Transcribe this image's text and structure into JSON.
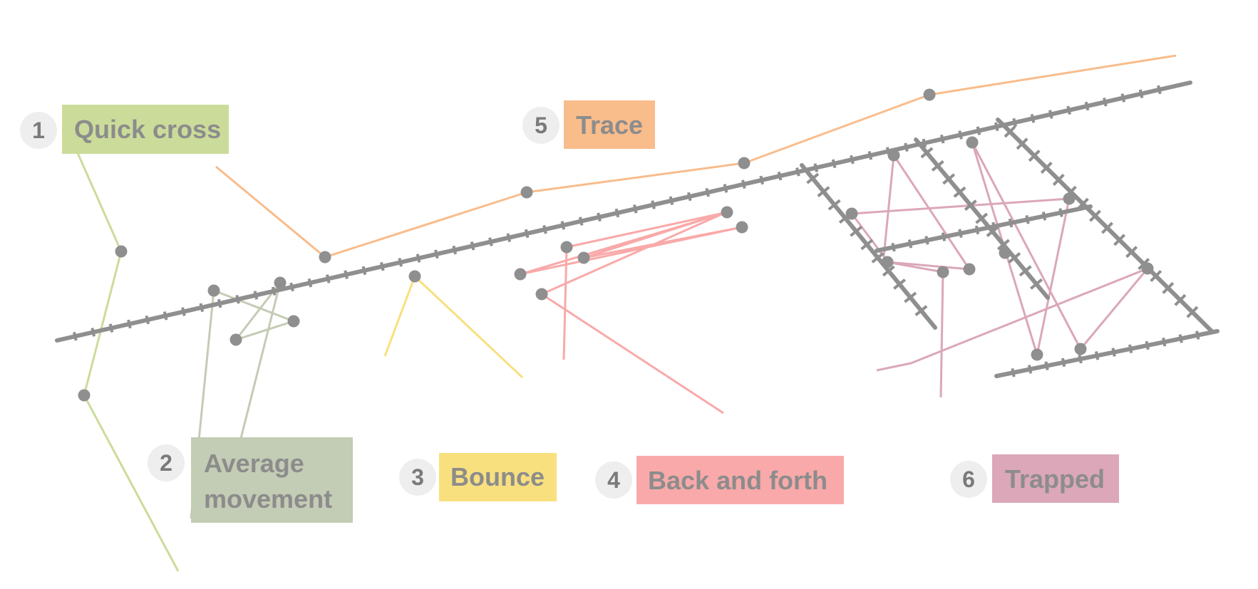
{
  "colors": {
    "rail": "#8f8f8f",
    "node": "#8f8f8f",
    "badge": "#eeeeee",
    "label_text": "#8c8c8c",
    "quick_cross": "#cbdc9a",
    "average_movement": "#c3ccb4",
    "bounce": "#f8e07f",
    "back_and_forth": "#f9a9a9",
    "trace": "#f9bc8b",
    "trapped": "#dba7b9"
  },
  "labels": [
    {
      "number": "1",
      "text": [
        "Quick cross"
      ],
      "color_key": "quick_cross"
    },
    {
      "number": "2",
      "text": [
        "Average",
        "movement"
      ],
      "color_key": "average_movement"
    },
    {
      "number": "3",
      "text": [
        "Bounce"
      ],
      "color_key": "bounce"
    },
    {
      "number": "4",
      "text": [
        "Back and forth"
      ],
      "color_key": "back_and_forth"
    },
    {
      "number": "5",
      "text": [
        "Trace"
      ],
      "color_key": "trace"
    },
    {
      "number": "6",
      "text": [
        "Trapped"
      ],
      "color_key": "trapped"
    }
  ]
}
